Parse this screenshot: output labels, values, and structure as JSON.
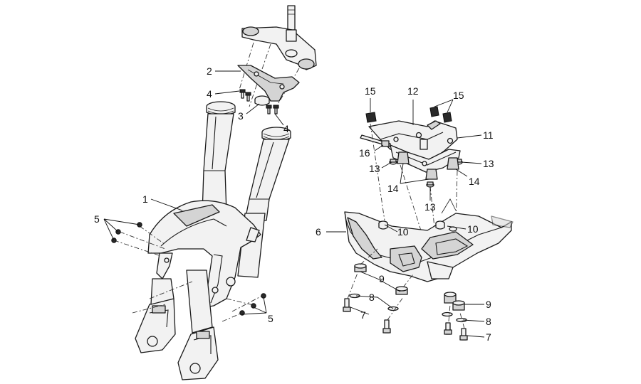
{
  "callouts": [
    {
      "id": "c1",
      "text": "1"
    },
    {
      "id": "c2",
      "text": "2"
    },
    {
      "id": "c3",
      "text": "3"
    },
    {
      "id": "c4a",
      "text": "4"
    },
    {
      "id": "c4b",
      "text": "4"
    },
    {
      "id": "c5a",
      "text": "5"
    },
    {
      "id": "c5b",
      "text": "5"
    },
    {
      "id": "c6",
      "text": "6"
    },
    {
      "id": "c7a",
      "text": "7"
    },
    {
      "id": "c7b",
      "text": "7"
    },
    {
      "id": "c8a",
      "text": "8"
    },
    {
      "id": "c8b",
      "text": "8"
    },
    {
      "id": "c9a",
      "text": "9"
    },
    {
      "id": "c9b",
      "text": "9"
    },
    {
      "id": "c10a",
      "text": "10"
    },
    {
      "id": "c10b",
      "text": "10"
    },
    {
      "id": "c11",
      "text": "11"
    },
    {
      "id": "c12",
      "text": "12"
    },
    {
      "id": "c13a",
      "text": "13"
    },
    {
      "id": "c13b",
      "text": "13"
    },
    {
      "id": "c13c",
      "text": "13"
    },
    {
      "id": "c14a",
      "text": "14"
    },
    {
      "id": "c14b",
      "text": "14"
    },
    {
      "id": "c15a",
      "text": "15"
    },
    {
      "id": "c15b",
      "text": "15"
    },
    {
      "id": "c16",
      "text": "16"
    }
  ]
}
